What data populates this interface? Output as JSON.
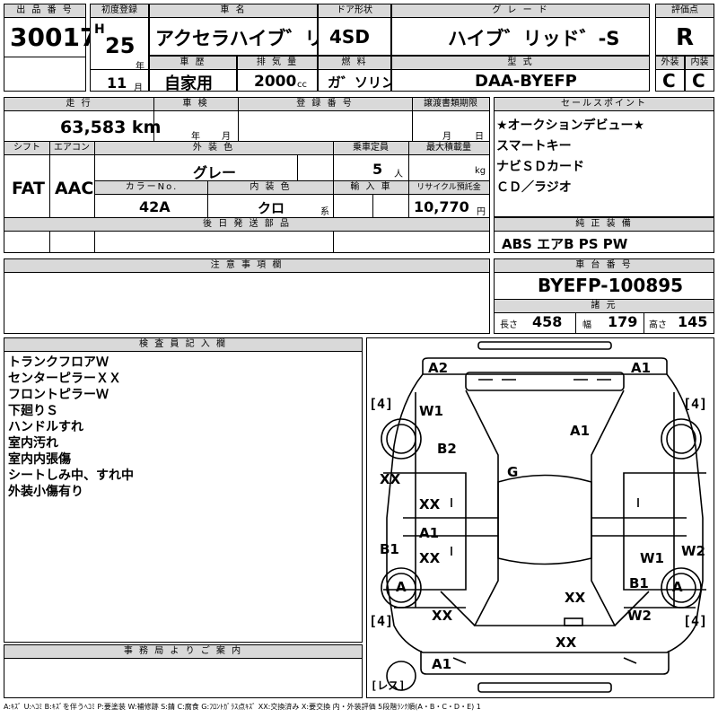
{
  "header": {
    "lot_label": "出 品 番 号",
    "lot_no": "30017",
    "first_reg_label": "初度登録",
    "era": "H",
    "year_num": "25",
    "year_unit": "年",
    "month_num": "11",
    "month_unit": "月",
    "car_name_label": "車 名",
    "car_name": "アクセラハイブ゛リッド゛",
    "door_label": "ドア形状",
    "door": "4SD",
    "grade_label": "グ レ ー ド",
    "grade": "ハイブ゛リッド゛-S",
    "score_label": "評価点",
    "score": "R",
    "history_label": "車 歴",
    "history": "自家用",
    "displacement_label": "排 気 量",
    "displacement": "2000",
    "displacement_unit": "cc",
    "fuel_label": "燃 料",
    "fuel": "ガ゛ソリン",
    "model_label": "型 式",
    "model": "DAA-BYEFP",
    "ext_score_label": "外装",
    "ext_score": "C",
    "int_score_label": "内装",
    "int_score": "C"
  },
  "specs": {
    "mileage_label": "走 行",
    "mileage": "63,583 km",
    "inspection_label": "車 検",
    "inspection_year": "年",
    "inspection_month": "月",
    "plate_label": "登 録 番 号",
    "transfer_label": "譲渡書類期限",
    "transfer_month": "月",
    "transfer_day": "日",
    "shift_label": "シフト",
    "shift": "FAT",
    "ac_label": "エアコン",
    "ac": "AAC",
    "ext_color_label": "外 装 色",
    "ext_color": "グレー",
    "capacity_label": "乗車定員",
    "capacity": "5",
    "capacity_unit": "人",
    "load_label": "最大積載量",
    "load_unit": "kg",
    "color_no_label": "カラーNo.",
    "color_no": "42A",
    "int_color_label": "内 装 色",
    "int_color": "クロ",
    "int_color_unit": "系",
    "import_label": "輸 入 車",
    "recycle_label": "リサイクル預託金",
    "recycle": "10,770",
    "recycle_unit": "円",
    "later_parts_label": "後 日 発 送 部 品"
  },
  "selling_points": {
    "label": "セールスポイント",
    "items": [
      "★オークションデビュー★",
      "スマートキー",
      "ナビＳＤカード",
      "ＣＤ／ラジオ"
    ]
  },
  "equipment": {
    "label": "純 正 装 備",
    "items": "ABS エアB PS PW"
  },
  "cautions": {
    "label": "注 意 事 項 欄"
  },
  "chassis": {
    "label": "車 台 番 号",
    "number": "BYEFP-100895",
    "spec_label": "諸 元",
    "length_label": "長さ",
    "length": "458",
    "width_label": "幅",
    "width": "179",
    "height_label": "高さ",
    "height": "145"
  },
  "inspector": {
    "label": "検 査 員 記 入 欄",
    "notes": [
      "トランクフロアＷ",
      "センターピラーＸＸ",
      "フロントピラーＷ",
      "下廻りＳ",
      "ハンドルすれ",
      "室内汚れ",
      "室内内張傷",
      "シートしみ中、すれ中",
      "外装小傷有り"
    ]
  },
  "office": {
    "label": "事 務 局 よ り ご 案 内"
  },
  "diagram": {
    "tire_tl": "4",
    "tire_tr": "4",
    "tire_bl": "4",
    "tire_br": "4",
    "spare": "レス",
    "marks": {
      "a2_rear": "A2",
      "a1_rear": "A1",
      "w1_rl": "W1",
      "a1_trunk": "A1",
      "b2_rq": "B2",
      "xx_rl_door": "XX",
      "g_roof": "G",
      "xx_rdoor_l": "XX",
      "a1_ldoor": "A1",
      "b1_lsill": "B1",
      "xx_ldoor": "XX",
      "w1_rdoor": "W1",
      "w2_rsill": "W2",
      "a_lwheel": "A",
      "a_rwheel": "A",
      "b1_rfender": "B1",
      "xx_hood": "XX",
      "xx_lfender": "XX",
      "w2_rfender": "W2",
      "xx_front": "XX",
      "a1_front": "A1"
    }
  },
  "footer": "A:ｷｽﾞ U:ﾍｺﾐ B:ｷｽﾞを伴うﾍｺﾐ P:要塗装 W:補修跡 S:錆 C:腐食 G:ﾌﾛﾝﾄｶﾞﾗｽ点ｷｽﾞ XX:交換済み X:要交換 内・外装評価 5段階ﾗﾝｸ順(A・B・C・D・E) 1"
}
